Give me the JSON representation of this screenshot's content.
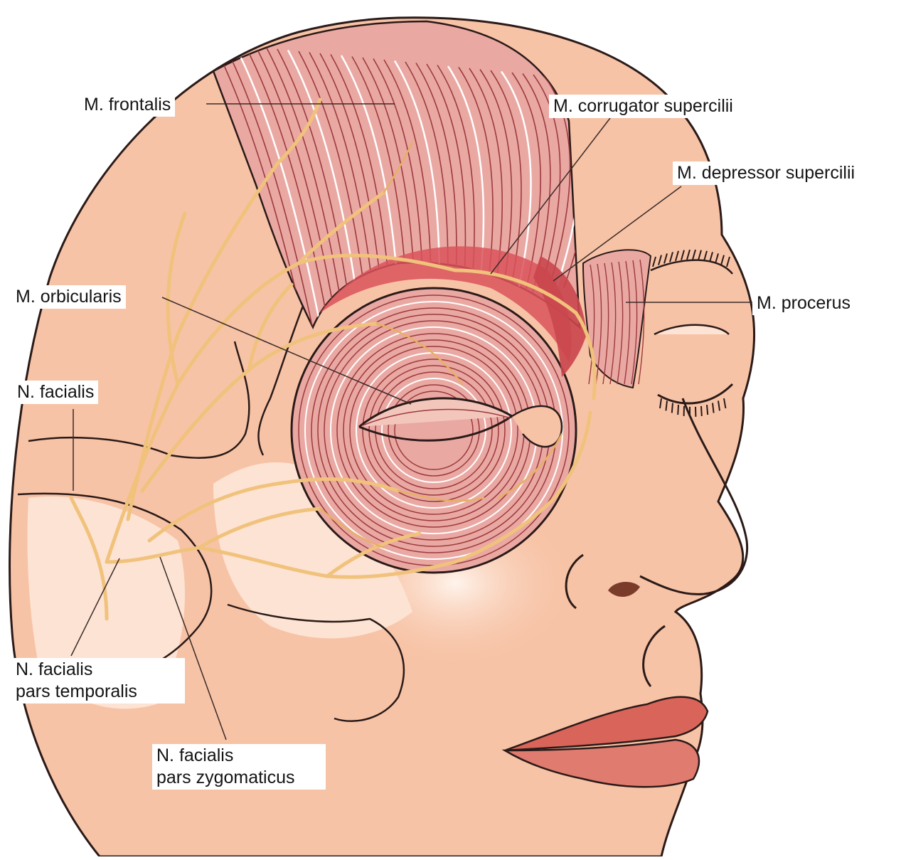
{
  "labels": {
    "frontalis": "M. frontalis",
    "corrugator": "M. corrugator supercilii",
    "depressor": "M. depressor supercilii",
    "orbicularis": "M. orbicularis",
    "procerus": "M. procerus",
    "facialis": "N. facialis",
    "temporalis_1": "N. facialis",
    "temporalis_2": "pars temporalis",
    "zygomaticus_1": "N. facialis",
    "zygomaticus_2": "pars zygomaticus"
  },
  "colors": {
    "skin": "#f7c3a6",
    "skin_light": "#fde3d3",
    "muscle": "#eaa8a3",
    "muscle_line": "#9b3a3e",
    "corrugator": "#d9545a",
    "nerve": "#f0c27c",
    "outline": "#2a1a18",
    "lips": "#d9645a"
  }
}
